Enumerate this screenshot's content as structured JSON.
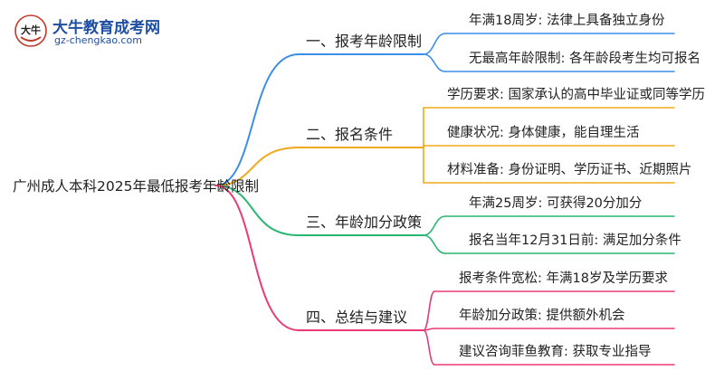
{
  "logo": {
    "name": "大牛教育成考网",
    "url": "gz-chengkao.com",
    "mark_text": "大牛"
  },
  "root": {
    "label": "广州成人本科2025年最低报考年龄限制"
  },
  "branches": [
    {
      "label": "一、报考年龄限制",
      "color": "#3b8fe8",
      "children": [
        "年满18周岁: 法律上具备独立身份",
        "无最高年龄限制: 各年龄段考生均可报名"
      ]
    },
    {
      "label": "二、报名条件",
      "color": "#f0a81c",
      "children": [
        "学历要求: 国家承认的高中毕业证或同等学历",
        "健康状况: 身体健康，能自理生活",
        "材料准备: 身份证明、学历证书、近期照片"
      ]
    },
    {
      "label": "三、年龄加分政策",
      "color": "#2bb673",
      "children": [
        "年满25周岁: 可获得20分加分",
        "报名当年12月31日前: 满足加分条件"
      ]
    },
    {
      "label": "四、总结与建议",
      "color": "#ea3a77",
      "children": [
        "报考条件宽松: 年满18岁及学历要求",
        "年龄加分政策: 提供额外机会",
        "建议咨询菲鱼教育: 获取专业指导"
      ]
    }
  ]
}
